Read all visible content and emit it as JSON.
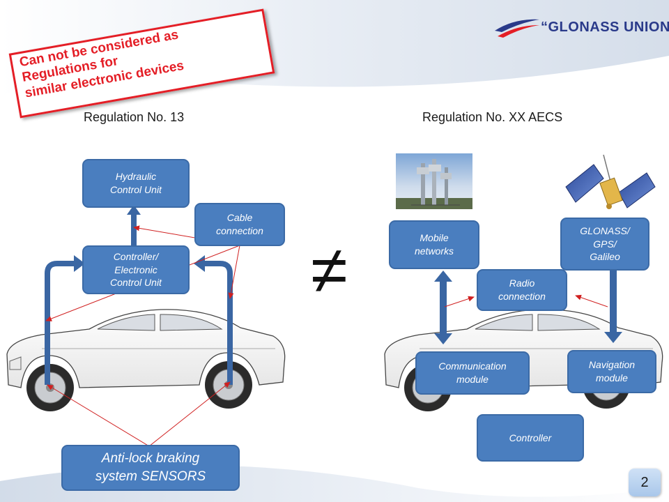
{
  "logo": {
    "text": "“GLONASS UNION”"
  },
  "stamp": {
    "text": "Can not be considered as\nRegulations for\nsimilar electronic devices"
  },
  "left": {
    "heading": "Regulation No. 13",
    "hydraulic": "Hydraulic\nControl Unit",
    "controller": "Controller/\nElectronic\nControl Unit",
    "cable": "Cable\nconnection",
    "sensors": "Anti-lock braking\nsystem SENSORS"
  },
  "right": {
    "heading": "Regulation No. XX AECS",
    "mobile": "Mobile\nnetworks",
    "glonass": "GLONASS/\nGPS/\nGalileo",
    "radio": "Radio\nconnection",
    "communication": "Communication\nmodule",
    "navigation": "Navigation\nmodule",
    "controller": "Controller"
  },
  "not_equal_symbol": "≠",
  "page_number": "2",
  "colors": {
    "box_fill": "#4a7ebf",
    "arrow": "#3a66a3",
    "stamp_red": "#e41e26",
    "red_line": "#d02020"
  }
}
